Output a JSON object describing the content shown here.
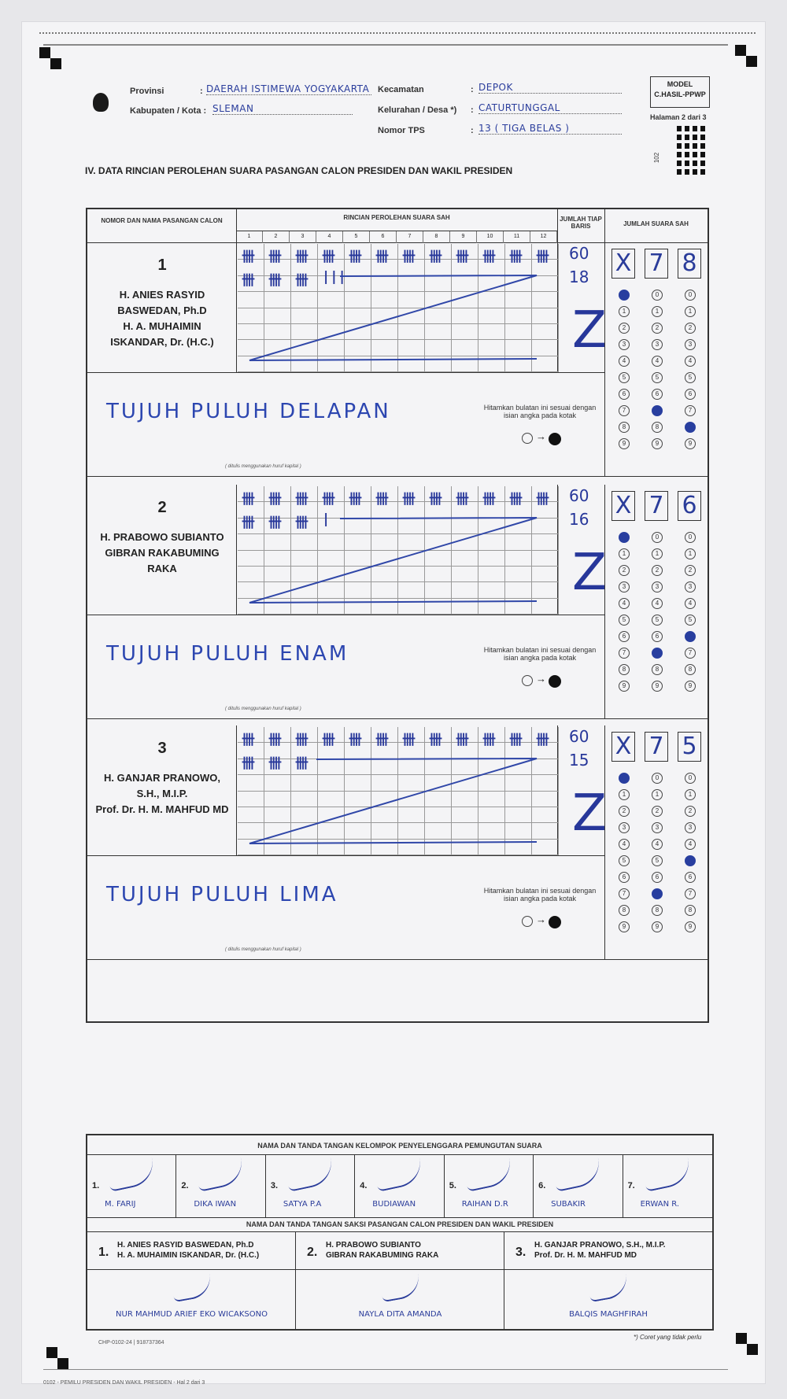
{
  "header": {
    "provinsi_label": "Provinsi",
    "provinsi_value": "DAERAH ISTIMEWA YOGYAKARTA",
    "kabupaten_label": "Kabupaten / Kota :",
    "kabupaten_value": "SLEMAN",
    "kecamatan_label": "Kecamatan",
    "kecamatan_value": "DEPOK",
    "kelurahan_label": "Kelurahan / Desa *)",
    "kelurahan_value": "CATURTUNGGAL",
    "tps_label": "Nomor TPS",
    "tps_value": "13  (  TIGA BELAS  )",
    "model_line1": "MODEL",
    "model_line2": "C.HASIL-PPWP",
    "halaman": "Halaman 2 dari 3",
    "side_code": "102"
  },
  "section_title": "IV.   DATA RINCIAN PEROLEHAN SUARA PASANGAN CALON PRESIDEN DAN WAKIL PRESIDEN",
  "table_head": {
    "col1": "NOMOR DAN NAMA PASANGAN CALON",
    "col2": "RINCIAN PEROLEHAN SUARA SAH",
    "col3": "JUMLAH TIAP BARIS",
    "col4": "JUMLAH SUARA SAH",
    "cols": [
      "1",
      "2",
      "3",
      "4",
      "5",
      "6",
      "7",
      "8",
      "9",
      "10",
      "11",
      "12"
    ]
  },
  "candidates": [
    {
      "number": "1",
      "name_lines": [
        "H. ANIES RASYID",
        "BASWEDAN, Ph.D",
        "H. A. MUHAIMIN",
        "ISKANDAR, Dr. (H.C.)"
      ],
      "row1": "卌",
      "row2_tallies": [
        "卌",
        "卌",
        "卌",
        "|||"
      ],
      "jumlah": [
        "60",
        "18",
        "Z"
      ],
      "digits": [
        "X",
        "7",
        "8"
      ],
      "filled": [
        0,
        7,
        8
      ],
      "words": "TUJUH PULUH DELAPAN",
      "instruction": "Hitamkan bulatan ini sesuai dengan isian angka pada kotak",
      "caption": "( ditulis menggunakan huruf kapital )"
    },
    {
      "number": "2",
      "name_lines": [
        "H. PRABOWO SUBIANTO",
        "GIBRAN RAKABUMING",
        "RAKA"
      ],
      "row1": "卌",
      "row2_tallies": [
        "卌",
        "卌",
        "卌",
        "|"
      ],
      "jumlah": [
        "60",
        "16",
        "Z"
      ],
      "digits": [
        "X",
        "7",
        "6"
      ],
      "filled": [
        0,
        7,
        6
      ],
      "words": "TUJUH PULUH ENAM",
      "instruction": "Hitamkan bulatan ini sesuai dengan isian angka pada kotak",
      "caption": "( ditulis menggunakan huruf kapital )"
    },
    {
      "number": "3",
      "name_lines": [
        "H. GANJAR PRANOWO,",
        "S.H., M.I.P.",
        "Prof. Dr. H. M. MAHFUD MD"
      ],
      "row1": "卌",
      "row2_tallies": [
        "卌",
        "卌",
        "卌"
      ],
      "jumlah": [
        "60",
        "15",
        "Z"
      ],
      "digits": [
        "X",
        "7",
        "5"
      ],
      "filled": [
        0,
        7,
        5
      ],
      "words": "TUJUH PULUH LIMA",
      "instruction": "Hitamkan bulatan ini sesuai dengan isian angka pada kotak",
      "caption": "( ditulis menggunakan huruf kapital )"
    }
  ],
  "signatures": {
    "title1": "NAMA DAN TANDA TANGAN KELOMPOK PENYELENGGARA PEMUNGUTAN SUARA",
    "kpps": [
      {
        "no": "1.",
        "name": "M. FARIJ"
      },
      {
        "no": "2.",
        "name": "DIKA IWAN"
      },
      {
        "no": "3.",
        "name": "SATYA P.A"
      },
      {
        "no": "4.",
        "name": "BUDIAWAN"
      },
      {
        "no": "5.",
        "name": "RAIHAN D.R"
      },
      {
        "no": "6.",
        "name": "SUBAKIR"
      },
      {
        "no": "7.",
        "name": "ERWAN R."
      }
    ],
    "title2": "NAMA DAN TANDA TANGAN SAKSI PASANGAN CALON PRESIDEN DAN WAKIL PRESIDEN",
    "saksi": [
      {
        "no": "1.",
        "line1": "H. ANIES RASYID BASWEDAN, Ph.D",
        "line2": "H. A. MUHAIMIN ISKANDAR, Dr. (H.C.)",
        "name": "NUR MAHMUD ARIEF EKO WICAKSONO"
      },
      {
        "no": "2.",
        "line1": "H. PRABOWO SUBIANTO",
        "line2": "GIBRAN RAKABUMING RAKA",
        "name": "NAYLA DITA AMANDA"
      },
      {
        "no": "3.",
        "line1": "H. GANJAR PRANOWO, S.H., M.I.P.",
        "line2": "Prof. Dr. H. M. MAHFUD MD",
        "name": "BALQIS MAGHFIRAH"
      }
    ],
    "coret": "*) Coret yang tidak perlu"
  },
  "footer": {
    "code": "CHP-0102-24 | 918737364",
    "bottom": "0102 - PEMILU PRESIDEN DAN WAKIL PRESIDEN - Hal 2 dari 3"
  }
}
